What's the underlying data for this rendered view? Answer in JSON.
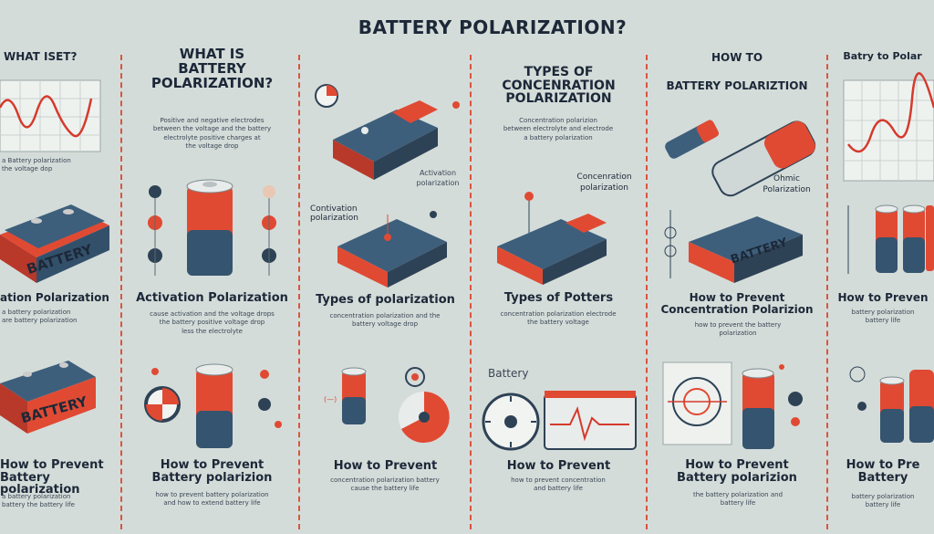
{
  "header": {
    "title": "BATTERY POLARIZATION?"
  },
  "col1": {
    "heading": "WHAT ISET?",
    "caption": "a Battery polarization\nthe voltage dop",
    "battery_label": "BATTERY",
    "section": "ation Polarization",
    "section_text": "a battery polarization\n  are battery polarization",
    "battery2_label": "BATTERY",
    "bottom": "How to Prevent\nBattery polarization",
    "bottom_text": "a battery polarization\nbattery the battery life"
  },
  "col2": {
    "heading": "WHAT IS\nBATTERY\nPOLARIZATION?",
    "desc": "Positive and negative electrodes\nbetween the voltage and the battery\nelectrolyte positive charges at\nthe voltage drop",
    "section": "Activation Polarization",
    "section_text": "cause activation and the voltage drops\nthe battery positive voltage drop\nless the electrolyte",
    "bottom": "How to Prevent\nBattery polarizion",
    "bottom_text": "how to prevent battery polarization\nand how to extend battery life"
  },
  "col3": {
    "top_label": "Activation\npolarization",
    "mid_label": "Contivation\npolarization",
    "section": "Types of polarization",
    "section_text": "concentration polarization and the\nbattery voltage drop",
    "bottom": "How to Prevent",
    "bottom_text": "concentration polarization battery\ncause the battery life"
  },
  "col4": {
    "heading": "TYPES OF\nCONCENRATION\nPOLARIZATION",
    "desc": "Concentration polarizion\nbetween electrolyte and electrode\na battery polarization",
    "side_label": "Concenration\npolarization",
    "section": "Types of Potters",
    "section_text": "concentration polarization electrode\nthe battery voltage",
    "battery_tag": "Battery",
    "bottom": "How to Prevent",
    "bottom_text": "how to prevent concentration\nand battery life"
  },
  "col5": {
    "heading": "HOW TO",
    "subheading": "BATTERY POLARIZTION",
    "side_label": "Ohmic\nPolarization",
    "battery_label": "BATTERY",
    "section": "How to Prevent\nConcentration Polarizion",
    "section_text": "how to prevent the battery\npolarization",
    "bottom": "How to Prevent\nBattery polarizion",
    "bottom_text": "the battery polarization and\nbattery life"
  },
  "col6": {
    "heading": "Batry to Polar",
    "section": "How to Preven",
    "section_text": "battery polarization\nbattery life",
    "bottom": "How to Pre\nBattery",
    "bottom_text": "battery polarization\nbattery life"
  }
}
